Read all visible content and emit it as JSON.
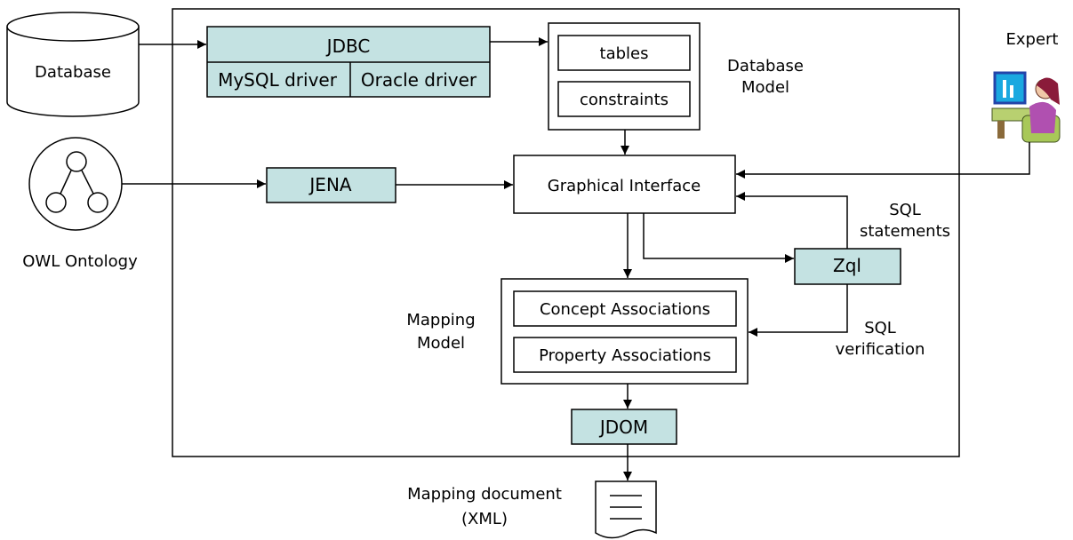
{
  "database": {
    "label": "Database"
  },
  "ontology": {
    "label": "OWL Ontology"
  },
  "jdbc": {
    "title": "JDBC",
    "drivers": [
      "MySQL driver",
      "Oracle driver"
    ]
  },
  "jena": {
    "label": "JENA"
  },
  "database_model": {
    "items": [
      "tables",
      "constraints"
    ],
    "caption_line1": "Database",
    "caption_line2": "Model"
  },
  "expert": {
    "label": "Expert"
  },
  "graphical_interface": {
    "label": "Graphical Interface"
  },
  "zql": {
    "label": "Zql"
  },
  "sql_statements": {
    "line1": "SQL",
    "line2": "statements"
  },
  "sql_verification": {
    "line1": "SQL",
    "line2": "verification"
  },
  "mapping_model": {
    "items": [
      "Concept Associations",
      "Property Associations"
    ],
    "caption_line1": "Mapping",
    "caption_line2": "Model"
  },
  "jdom": {
    "label": "JDOM"
  },
  "mapping_document": {
    "line1": "Mapping document",
    "line2": "(XML)"
  },
  "colors": {
    "component_fill": "#c4e2e2",
    "stroke": "#000000",
    "background": "#ffffff"
  }
}
